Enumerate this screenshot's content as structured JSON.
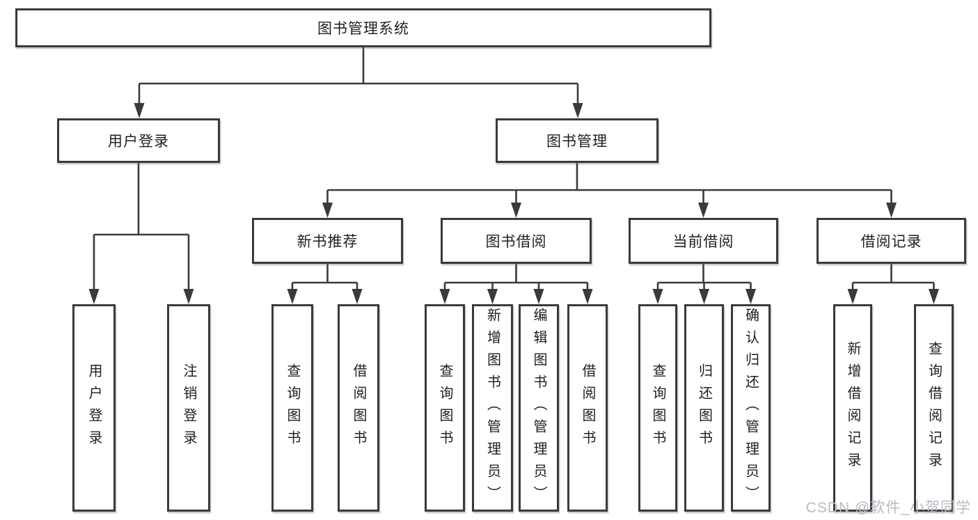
{
  "tree": {
    "label": "图书管理系统",
    "children": [
      {
        "label": "用户登录",
        "children": [
          {
            "label": "用户登录"
          },
          {
            "label": "注销登录"
          }
        ]
      },
      {
        "label": "图书管理",
        "children": [
          {
            "label": "新书推荐",
            "children": [
              {
                "label": "查询图书"
              },
              {
                "label": "借阅图书"
              }
            ]
          },
          {
            "label": "图书借阅",
            "children": [
              {
                "label": "查询图书"
              },
              {
                "label": "新增图书（管理员）"
              },
              {
                "label": "编辑图书（管理员）"
              },
              {
                "label": "借阅图书"
              }
            ]
          },
          {
            "label": "当前借阅",
            "children": [
              {
                "label": "查询图书"
              },
              {
                "label": "归还图书"
              },
              {
                "label": "确认归还（管理员）"
              }
            ]
          },
          {
            "label": "借阅记录",
            "children": [
              {
                "label": "新增借阅记录"
              },
              {
                "label": "查询借阅记录"
              }
            ]
          }
        ]
      }
    ]
  },
  "watermark": {
    "text": "CSDN @软件_小贺同学"
  },
  "colors": {
    "line": "#3a3a3a",
    "border": "#3a3a3a",
    "text": "#1f1f1f",
    "watermark": "#b7bbc3",
    "background": "#ffffff"
  }
}
